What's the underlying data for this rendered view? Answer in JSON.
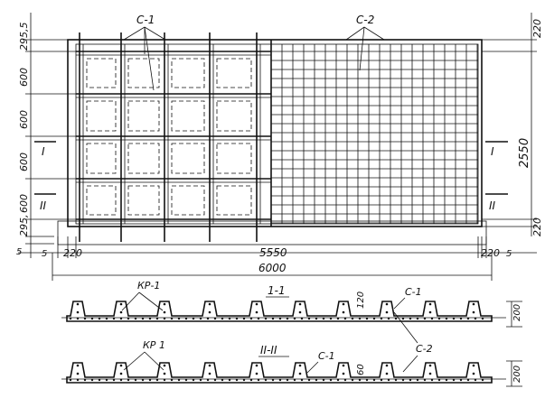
{
  "labels": {
    "c1_top": "С-1",
    "c2_top": "С-2",
    "section_i": "I",
    "section_ii": "II",
    "section_1_title": "1-1",
    "section_2_title": "II-II",
    "kr1_a": "КР-1",
    "kr1_b": "КР 1",
    "c1_s1": "С-1",
    "c1_s2": "С-1",
    "c2_s": "С-2"
  },
  "dims": {
    "left_295_top": "295,5",
    "left_600_1": "600",
    "left_600_2": "600",
    "left_600_3": "600",
    "left_600_4": "600",
    "left_295_bot": "295,",
    "left_5": "5",
    "right_220_top": "220",
    "right_2550": "2550",
    "right_220_bot": "220",
    "bot_5_l": "5",
    "bot_220_l": "220",
    "bot_5550": "5550",
    "bot_220_r": "220",
    "bot_5_r": "5",
    "bot_6000": "6000",
    "s1_120": "120",
    "s1_200": "200",
    "s2_60": "60",
    "s2_200": "200"
  }
}
